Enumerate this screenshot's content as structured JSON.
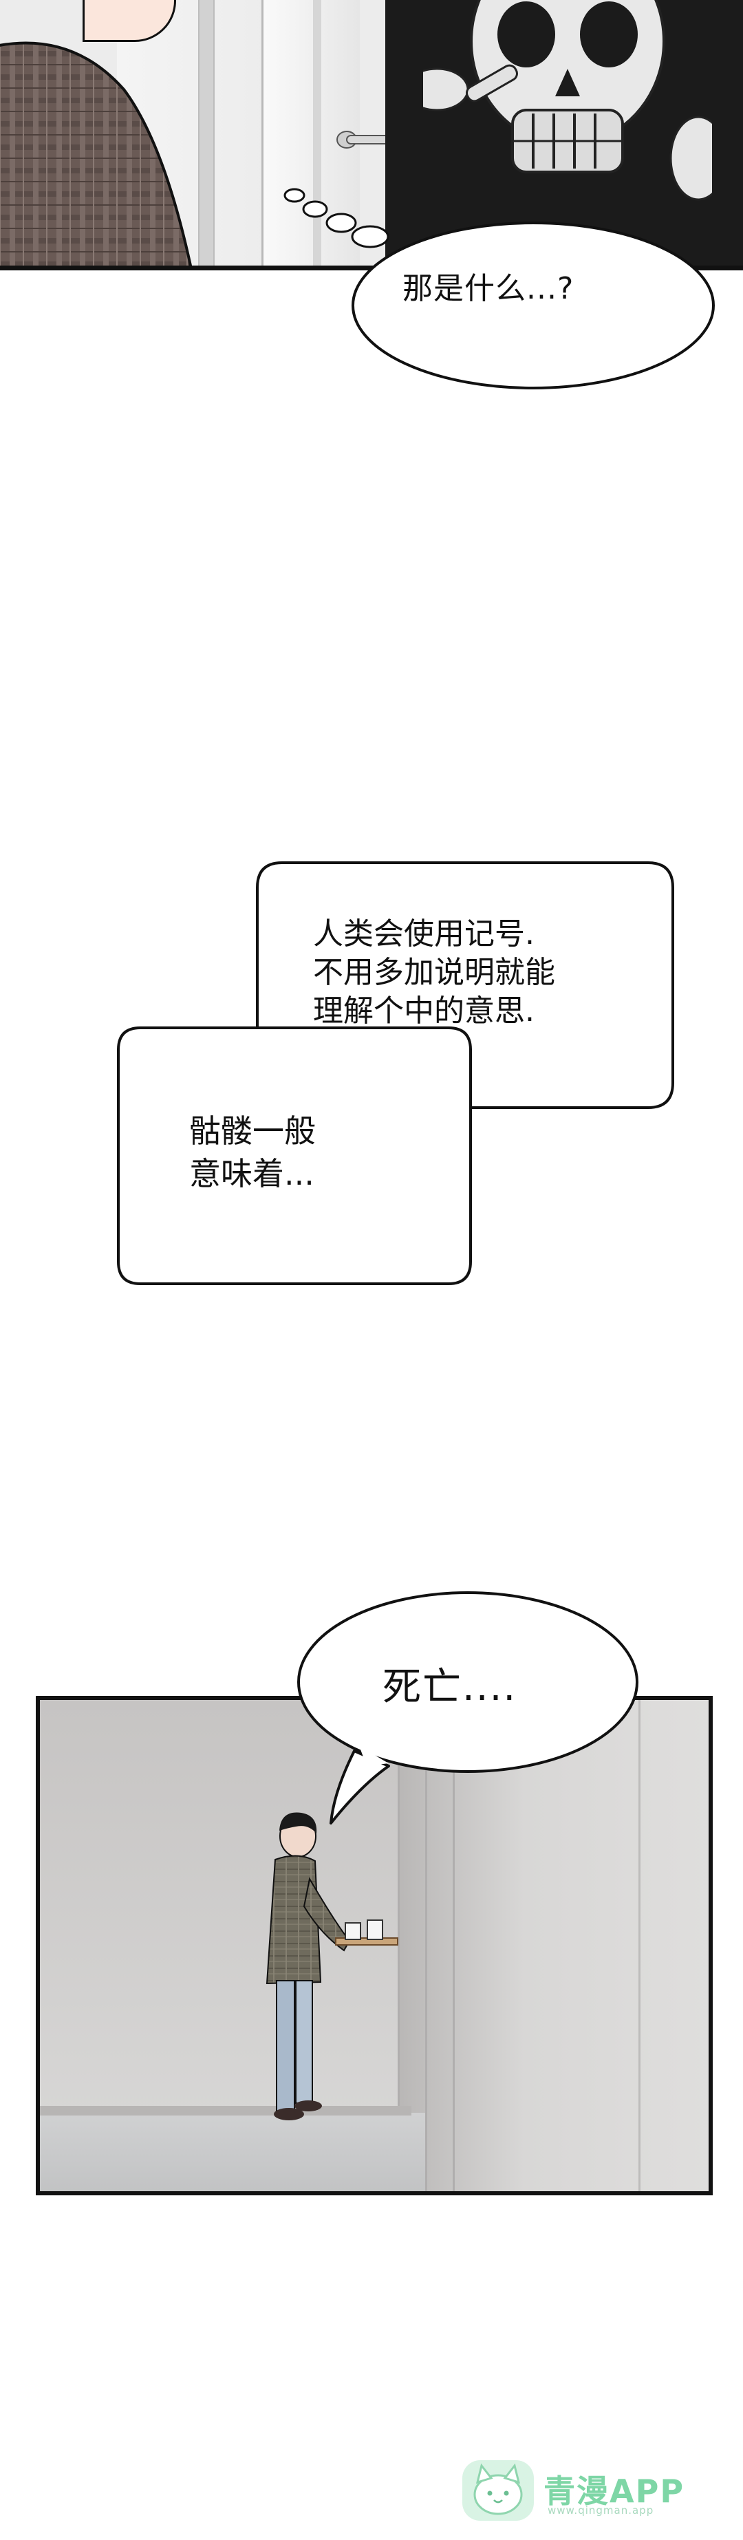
{
  "bubbles": {
    "first": "那是什么...?",
    "signs": {
      "lines": [
        "人类会使用记号.",
        "不用多加说明就能",
        "理解个中的意思."
      ]
    },
    "skull": {
      "lines": [
        "骷髅一般",
        "意味着..."
      ]
    },
    "death": "死亡...."
  },
  "watermark": {
    "brand": "青漫APP",
    "url": "www.qingman.app"
  },
  "colors": {
    "ink": "#111111",
    "watermark_green": "#7ed6a6"
  }
}
